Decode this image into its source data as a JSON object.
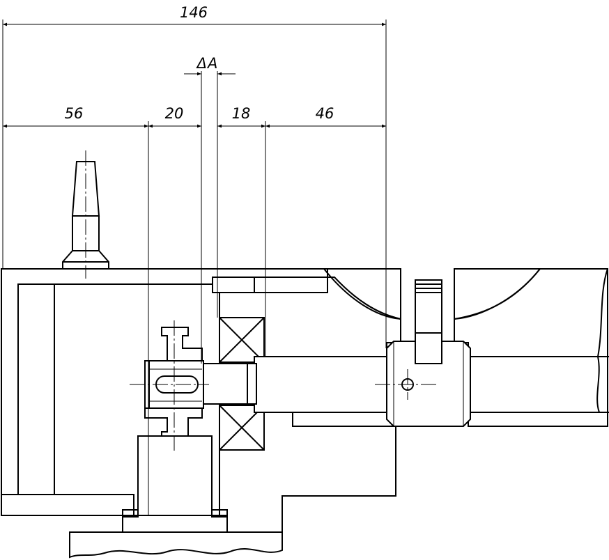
{
  "dimensions": {
    "overall": "146",
    "part_56": "56",
    "part_20": "20",
    "part_18": "18",
    "part_46": "46",
    "clearance_label": "A",
    "clearance_prefix": "Δ"
  }
}
